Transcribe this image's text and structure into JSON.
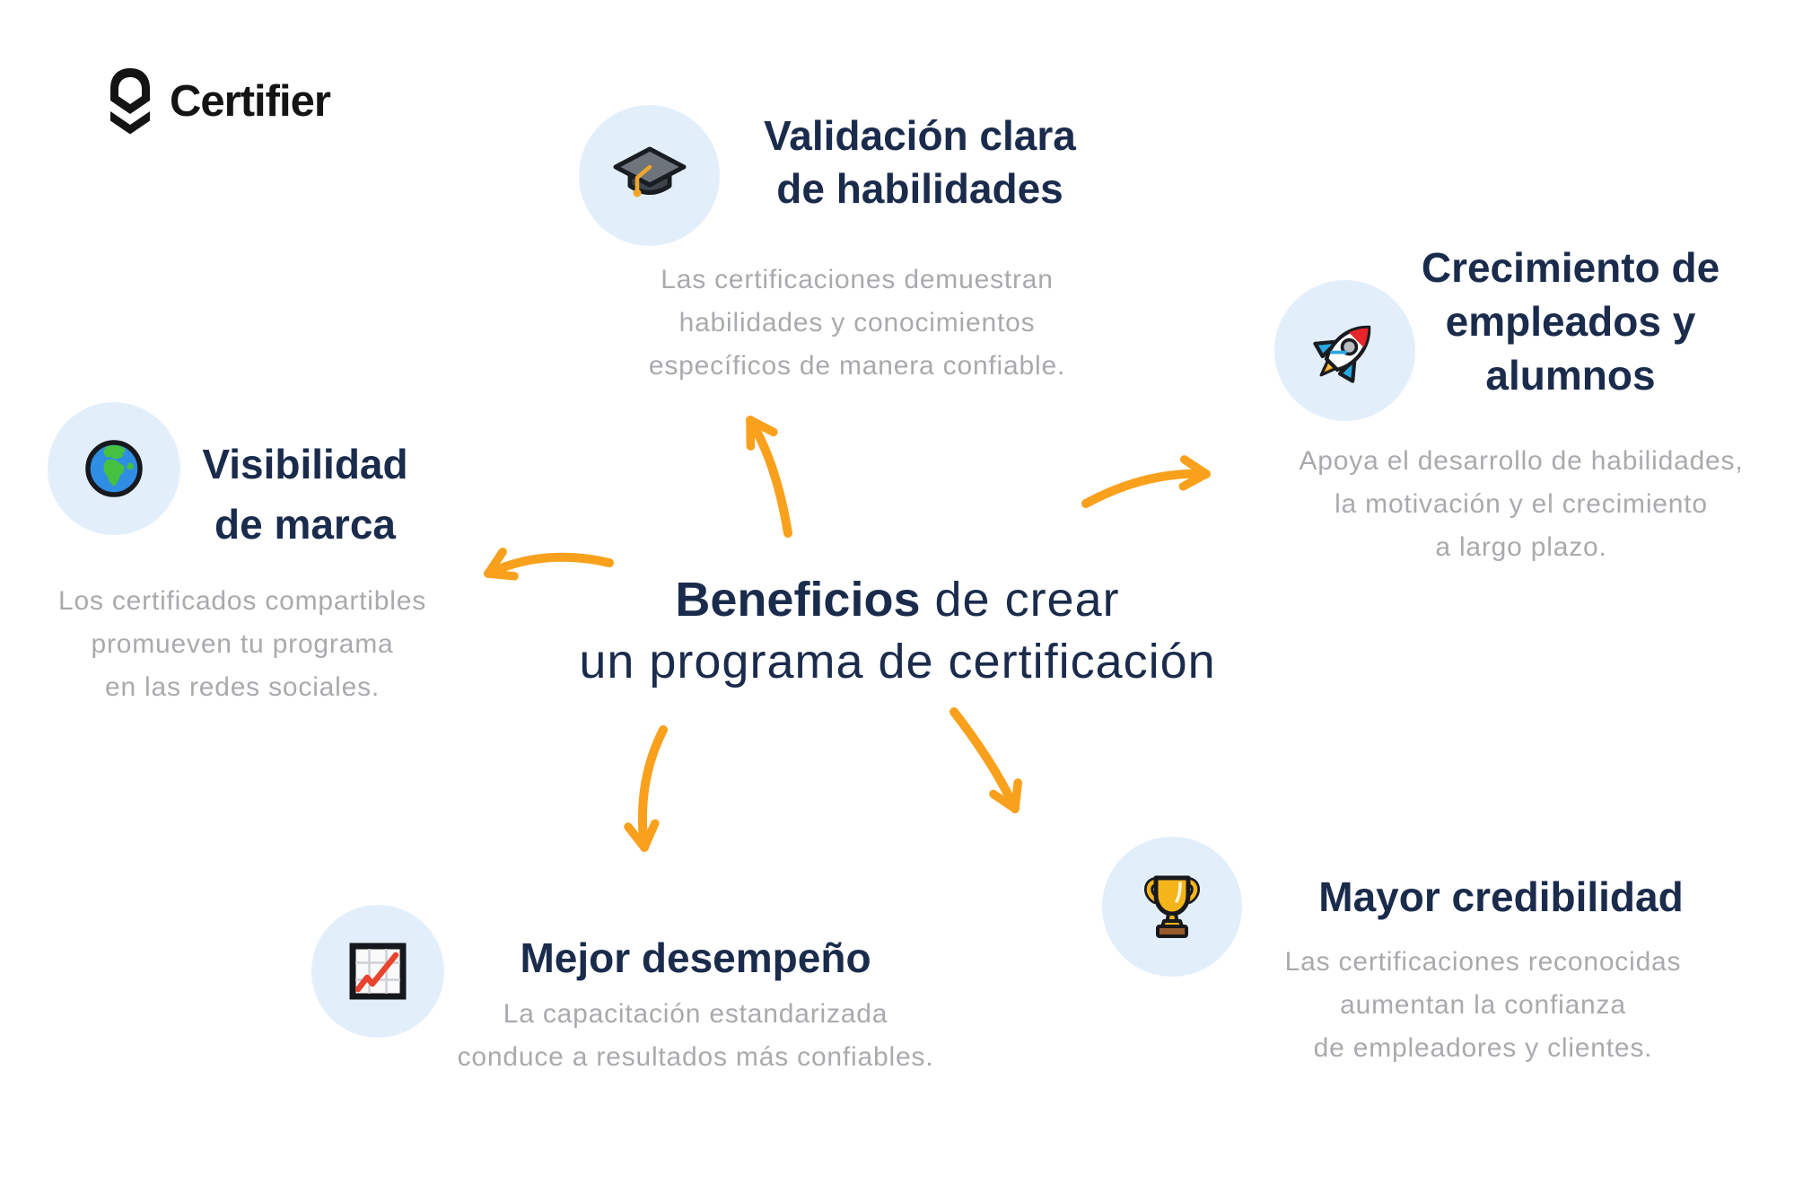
{
  "brand": {
    "name": "Certifier"
  },
  "center_title": {
    "bold": "Beneficios",
    "rest": "de crear",
    "line2": "un programa de certificación"
  },
  "colors": {
    "navy": "#1A2B4C",
    "gray": "#A8AAAD",
    "orange": "#F9A11C",
    "circle_bg": "#E2EFFB",
    "logo": "#141414"
  },
  "nodes": {
    "validacion": {
      "icon": "graduation-cap-icon",
      "title": [
        "Validación clara",
        "de habilidades"
      ],
      "desc": [
        "Las certificaciones demuestran",
        "habilidades y conocimientos",
        "específicos de manera confiable."
      ]
    },
    "crecimiento": {
      "icon": "rocket-icon",
      "title": [
        "Crecimiento de",
        "empleados y",
        "alumnos"
      ],
      "desc": [
        "Apoya el desarrollo de habilidades,",
        "la motivación y el crecimiento",
        "a largo plazo."
      ]
    },
    "visibilidad": {
      "icon": "globe-icon",
      "title": [
        "Visibilidad",
        "de marca"
      ],
      "desc": [
        "Los certificados compartibles",
        "promueven tu programa",
        "en las redes sociales."
      ]
    },
    "desempeno": {
      "icon": "chart-increasing-icon",
      "title": [
        "Mejor desempeño"
      ],
      "desc": [
        "La capacitación estandarizada",
        "conduce a resultados más confiables."
      ]
    },
    "credibilidad": {
      "icon": "trophy-icon",
      "title": [
        "Mayor credibilidad"
      ],
      "desc": [
        "Las certificaciones reconocidas",
        "aumentan la confianza",
        "de empleadores y clientes."
      ]
    }
  }
}
